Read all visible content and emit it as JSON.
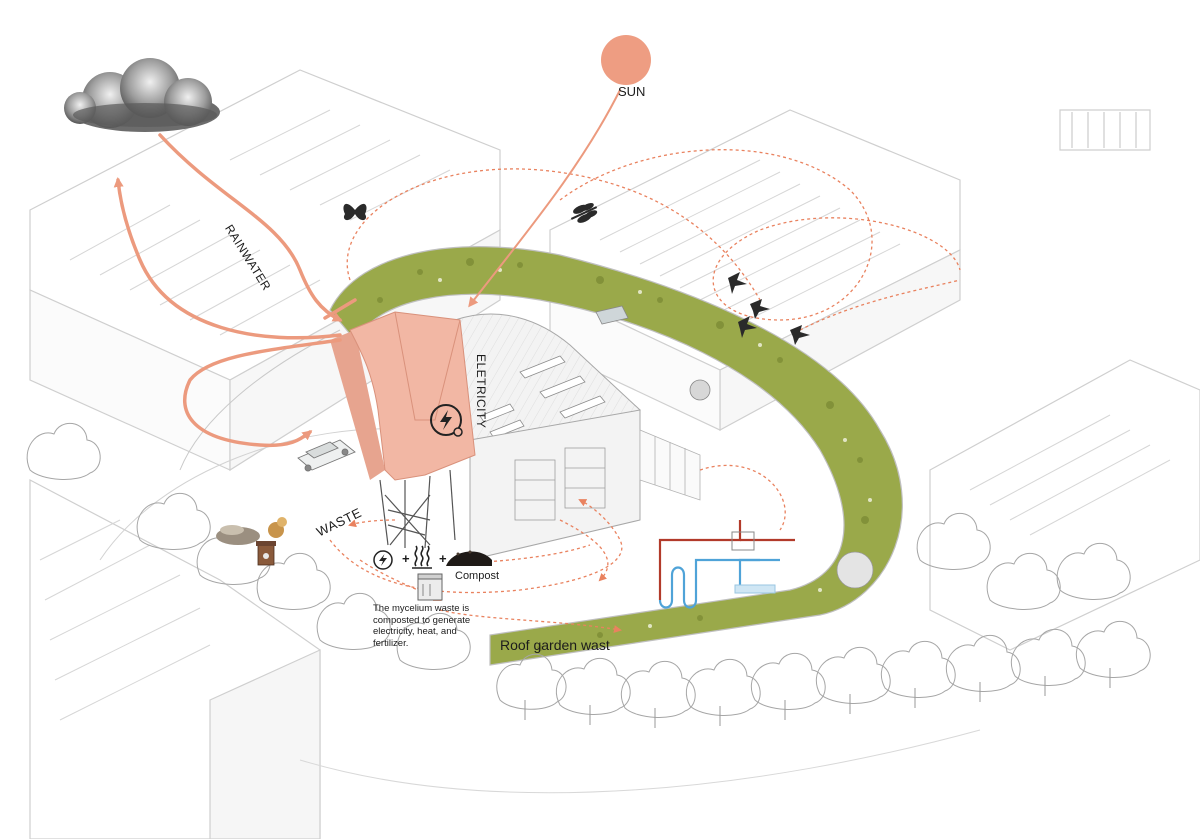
{
  "labels": {
    "sun": "SUN",
    "rainwater": "RAINWATER",
    "electricity": "ELETRICITY",
    "waste": "WASTE",
    "compost": "Compost",
    "caption": "The mycelium waste is composted to generate electricity, heat, and fertilizer.",
    "roof_garden": "Roof garden wast",
    "plus": "+"
  },
  "colors": {
    "flow_arrow": "#ec9a7e",
    "sun": "#ee9d82",
    "tower": "#f2b7a4",
    "green_roof": "#9aa94a",
    "dotted_path": "#e9825f",
    "pipe_hot": "#b23a2a",
    "pipe_cold": "#4fa3d8",
    "linework": "#cfcfcf"
  },
  "icons": [
    "cloud-icon",
    "sun-icon",
    "butterfly-icon",
    "dragonfly-icon",
    "bird-icon",
    "electricity-icon",
    "heat-icon",
    "compost-pile-icon",
    "waste-bin-icon",
    "bioreactor-icon",
    "heat-exchanger-icon"
  ]
}
